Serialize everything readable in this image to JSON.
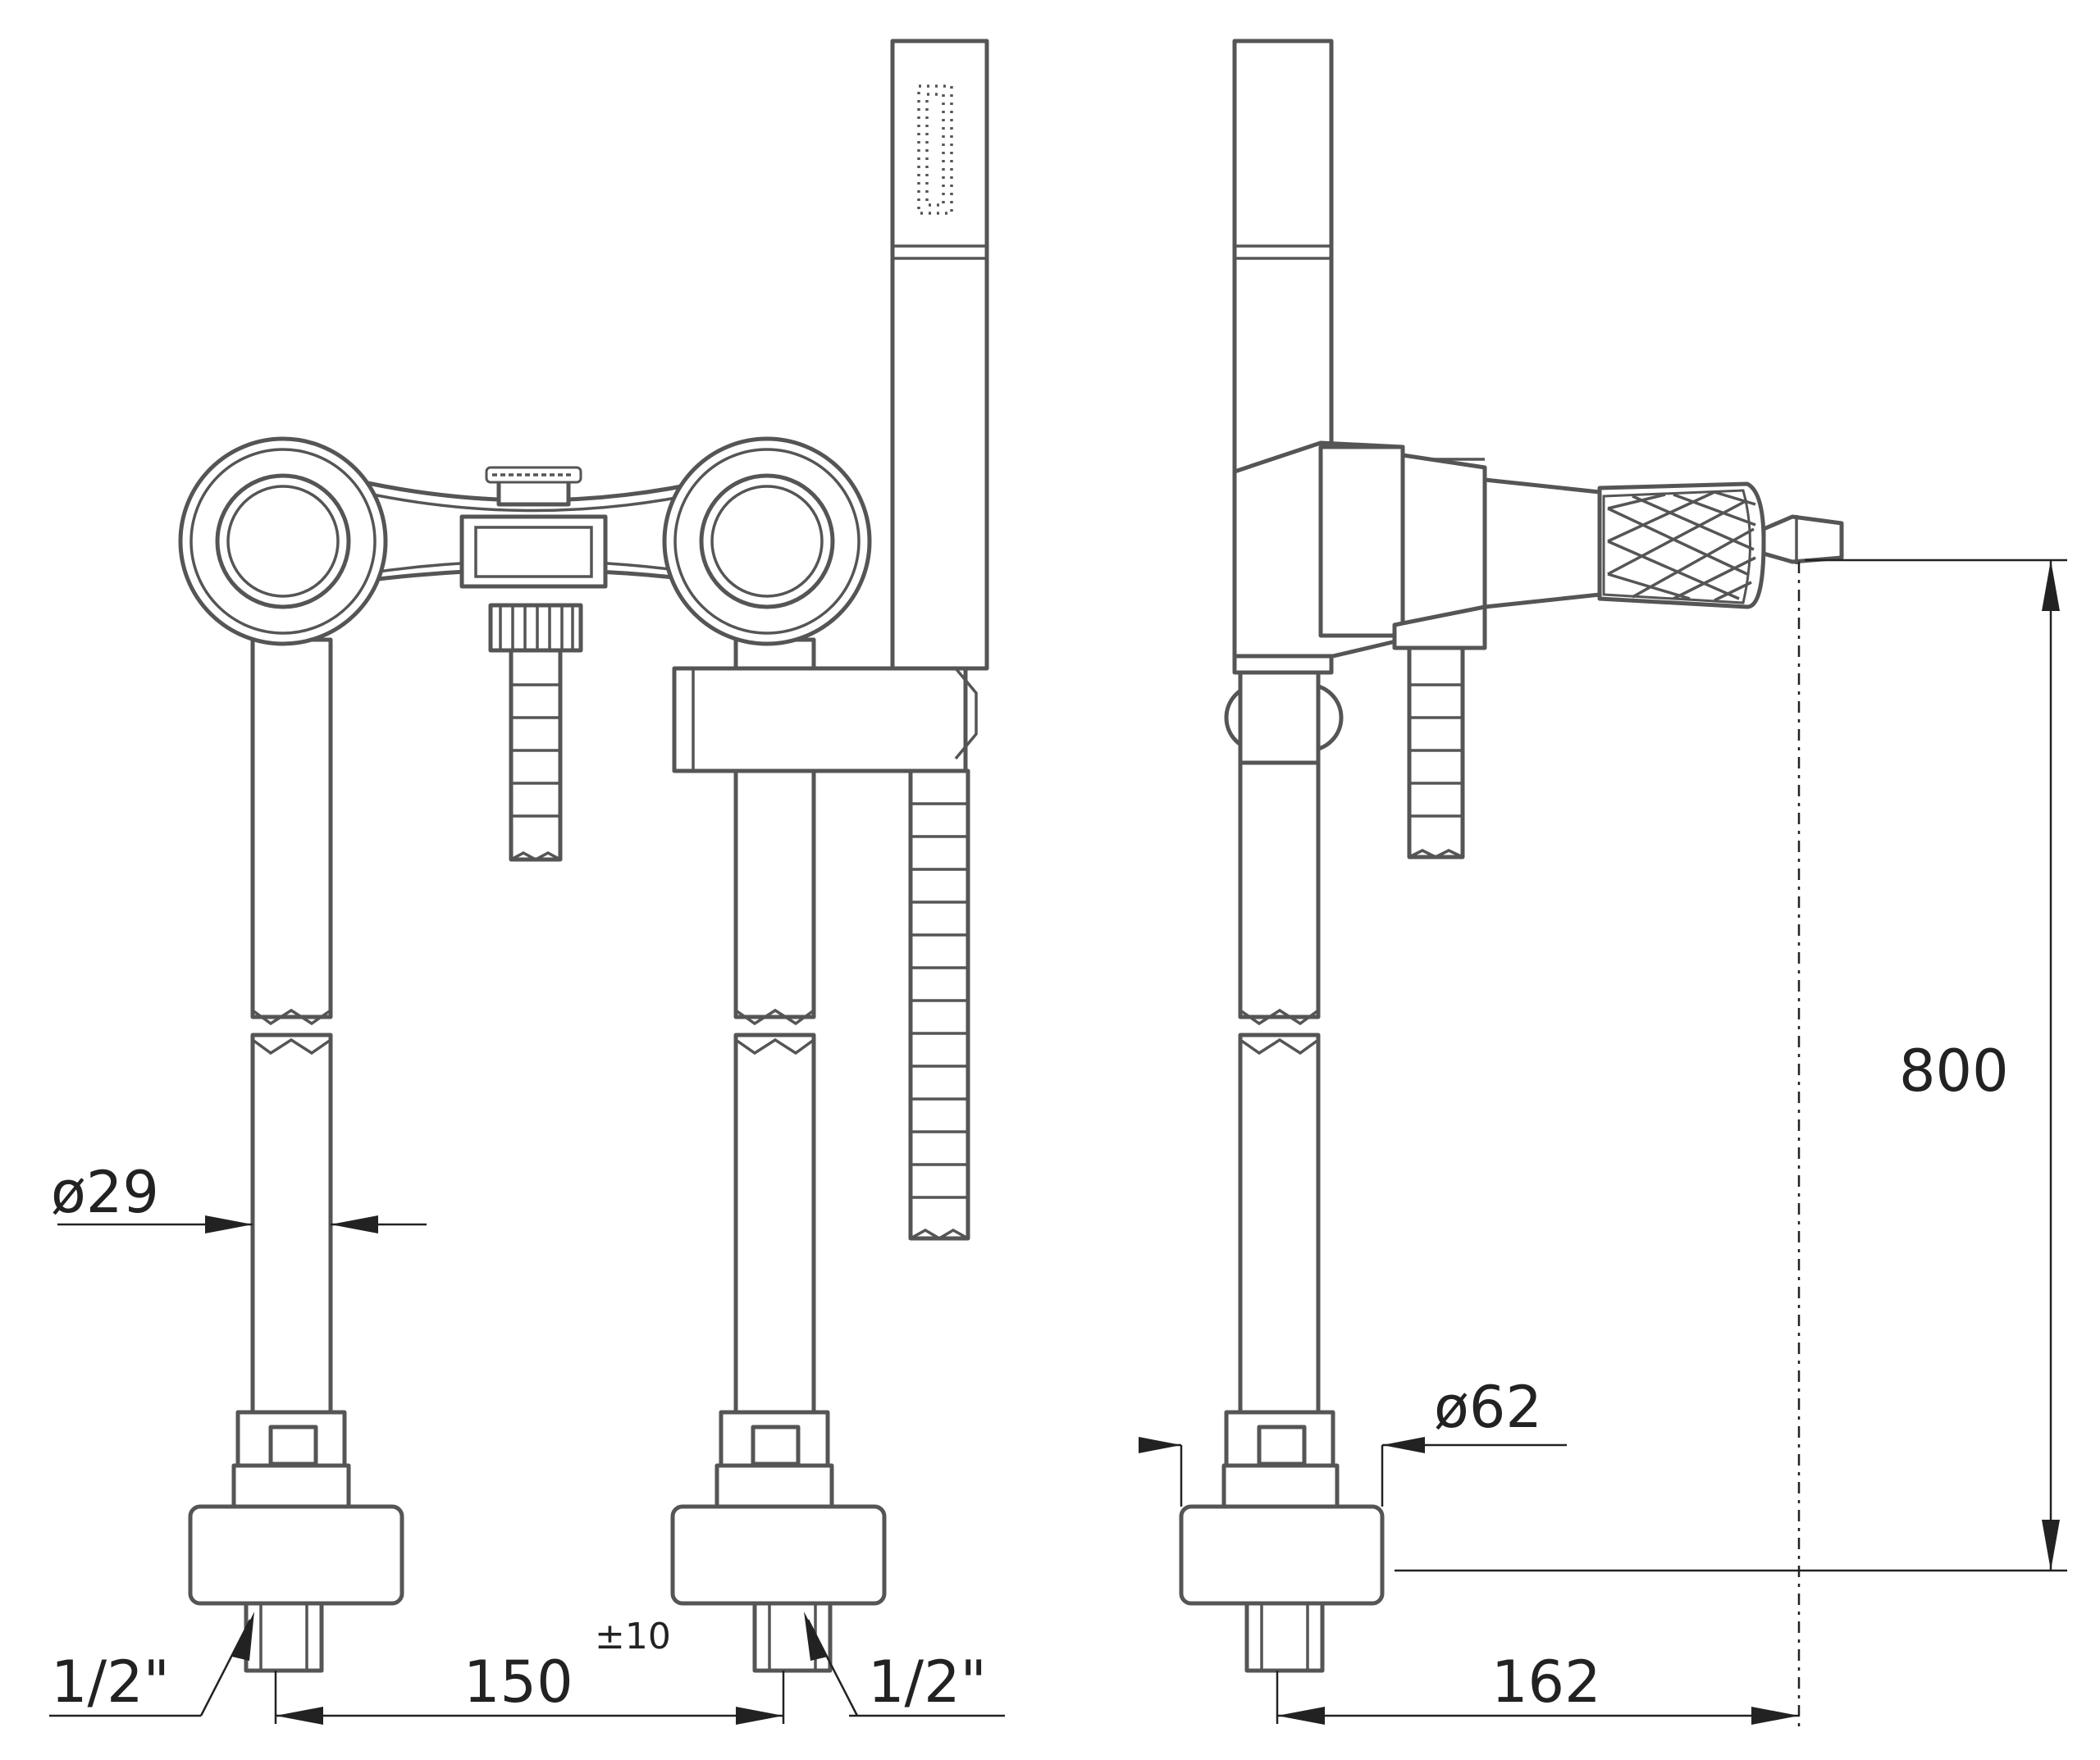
{
  "dimensions": {
    "pipe_diameter": "ø29",
    "base_diameter": "ø62",
    "height": "800",
    "center_distance": "150",
    "center_tolerance": "±10",
    "projection": "162",
    "thread_left": "1/2\"",
    "thread_right": "1/2\""
  },
  "colors": {
    "outline": "#555555",
    "dimension_lines": "#222222",
    "background": "#ffffff"
  }
}
